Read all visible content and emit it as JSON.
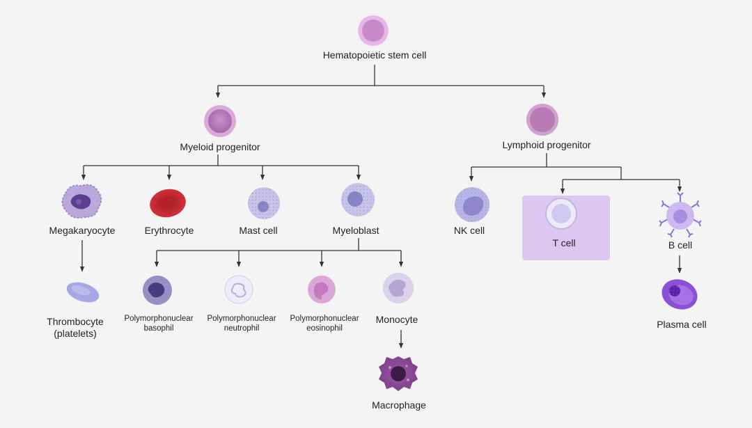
{
  "diagram": {
    "nodes": {
      "hsc": "Hematopoietic stem cell",
      "myeloid_progenitor": "Myeloid progenitor",
      "lymphoid_progenitor": "Lymphoid progenitor",
      "megakaryocyte": "Megakaryocyte",
      "erythrocyte": "Erythrocyte",
      "mast_cell": "Mast cell",
      "myeloblast": "Myeloblast",
      "thrombocyte": [
        "Thrombocyte",
        "(platelets)"
      ],
      "basophil": [
        "Polymorphonuclear",
        "basophil"
      ],
      "neutrophil": [
        "Polymorphonuclear",
        "neutrophil"
      ],
      "eosinophil": [
        "Polymorphonuclear",
        "eosinophil"
      ],
      "monocyte": "Monocyte",
      "macrophage": "Macrophage",
      "nk_cell": "NK cell",
      "t_cell": "T cell",
      "b_cell": "B cell",
      "plasma_cell": "Plasma cell"
    },
    "colors": {
      "background": "#f4f4f5",
      "connector": "#333333",
      "highlight": "#ddc7f0"
    }
  }
}
